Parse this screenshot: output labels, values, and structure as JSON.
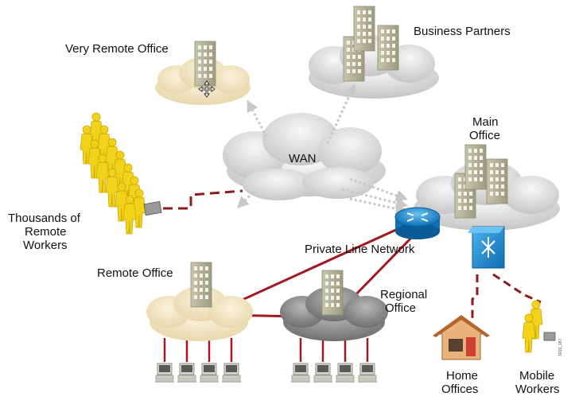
{
  "labels": {
    "very_remote_office": "Very Remote Office",
    "business_partners": "Business Partners",
    "main_office": [
      "Main",
      "Office"
    ],
    "wan": "WAN",
    "thousands_of_remote_workers": [
      "Thousands of",
      "Remote",
      "Workers"
    ],
    "private_line_network": "Private Line Network",
    "remote_office": "Remote Office",
    "regional_office": [
      "Regional",
      "Office"
    ],
    "home_offices": [
      "Home",
      "Offices"
    ],
    "mobile_workers": [
      "Mobile",
      "Workers"
    ],
    "figure_id": "3019_187"
  },
  "colors": {
    "private_line": "#a01820",
    "dashed_link": "#8a1c1c",
    "vpn_arrow": "#c8c8c8",
    "building": "#b3b39a",
    "worker": "#f2d21b",
    "router": "#1f8fd6",
    "cloud_cream": "#efe2c0",
    "cloud_gray": "#d9d9d9",
    "cloud_dark": "#8a8a8a"
  },
  "icons": [
    "building-icon",
    "router-icon",
    "switch-icon",
    "person-icon",
    "house-icon",
    "pc-icon",
    "cloud-icon",
    "move-cursor-icon"
  ]
}
